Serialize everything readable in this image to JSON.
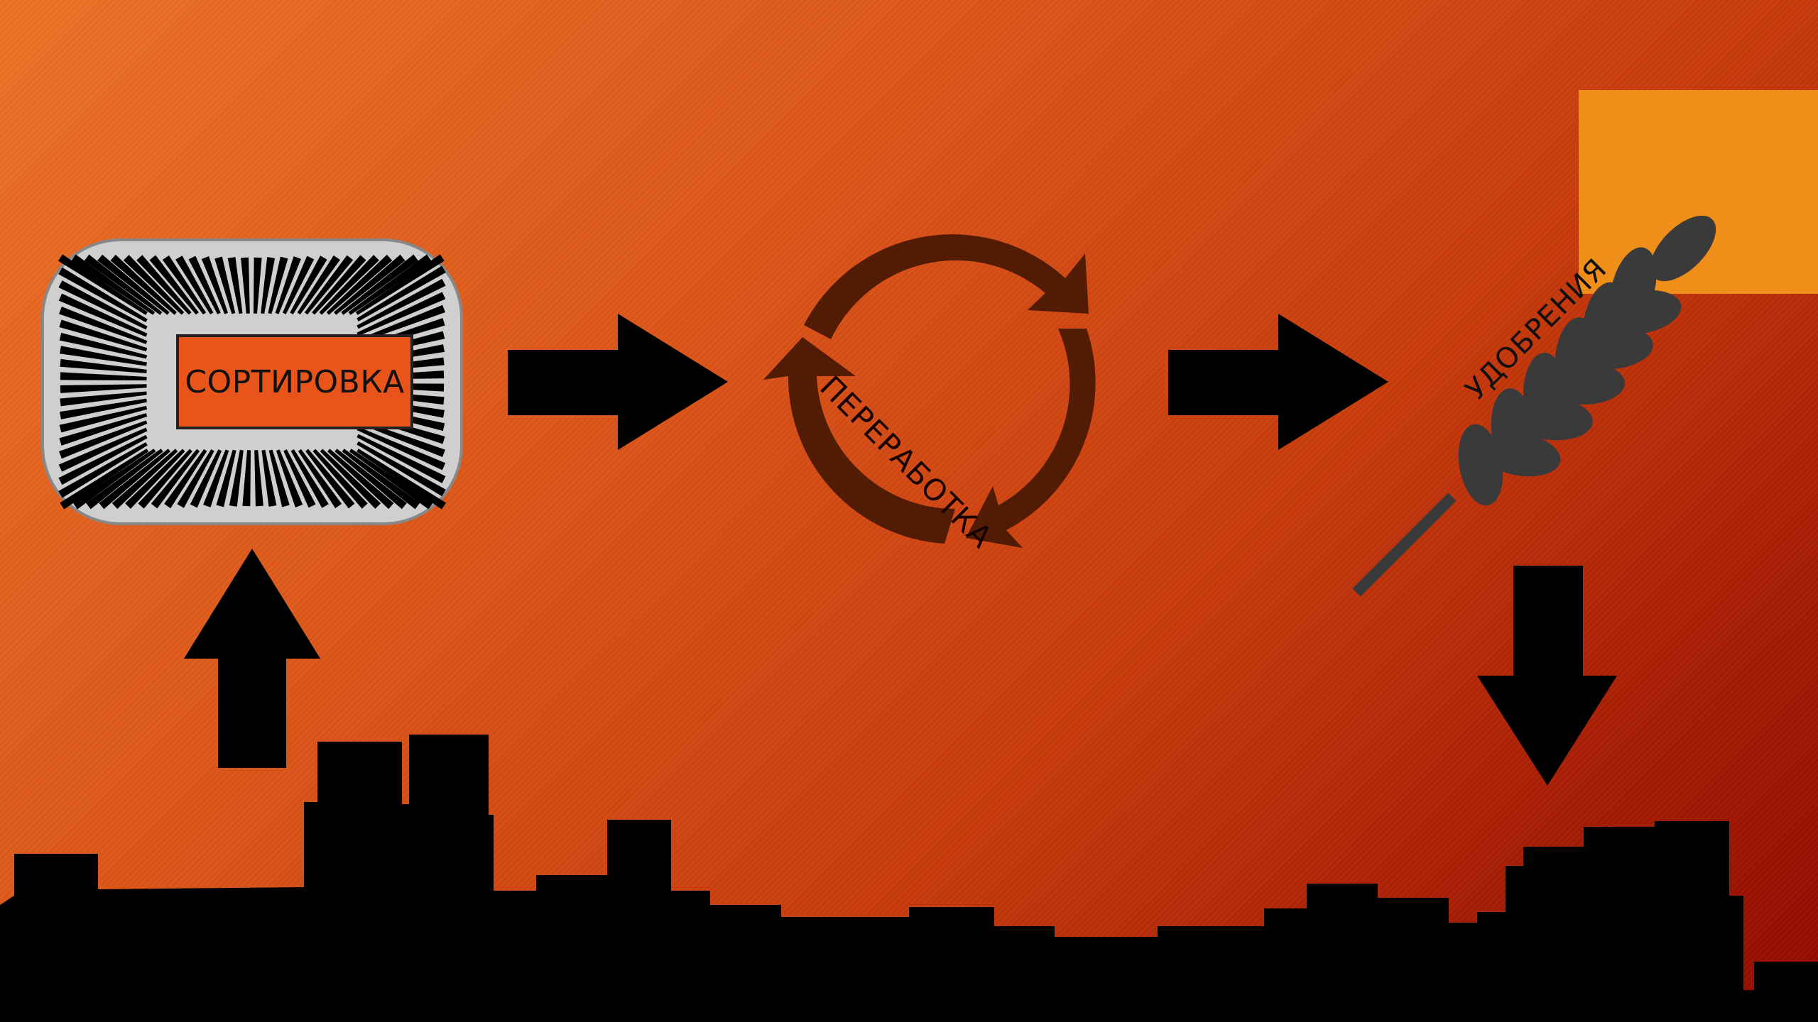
{
  "diagram": {
    "steps": [
      {
        "id": "sorting",
        "label": "СОРТИРОВКА",
        "icon": "sorting-machine-icon"
      },
      {
        "id": "processing",
        "label": "ПЕРЕРАБОТКА",
        "icon": "recycle-cycle-icon"
      },
      {
        "id": "fertilizer",
        "label": "УДОБРЕНИЯ",
        "icon": "wheat-icon"
      }
    ],
    "flow": [
      "city-skyline -> sorting",
      "sorting -> processing",
      "processing -> fertilizer",
      "fertilizer -> city-skyline"
    ],
    "colors": {
      "background_start": "#ec7226",
      "background_end": "#930a00",
      "accent_square": "#ef8f1a",
      "arrows": "#000000",
      "cycle": "#521b04",
      "wheat": "#3a3a3a",
      "skyline": "#000000"
    }
  }
}
